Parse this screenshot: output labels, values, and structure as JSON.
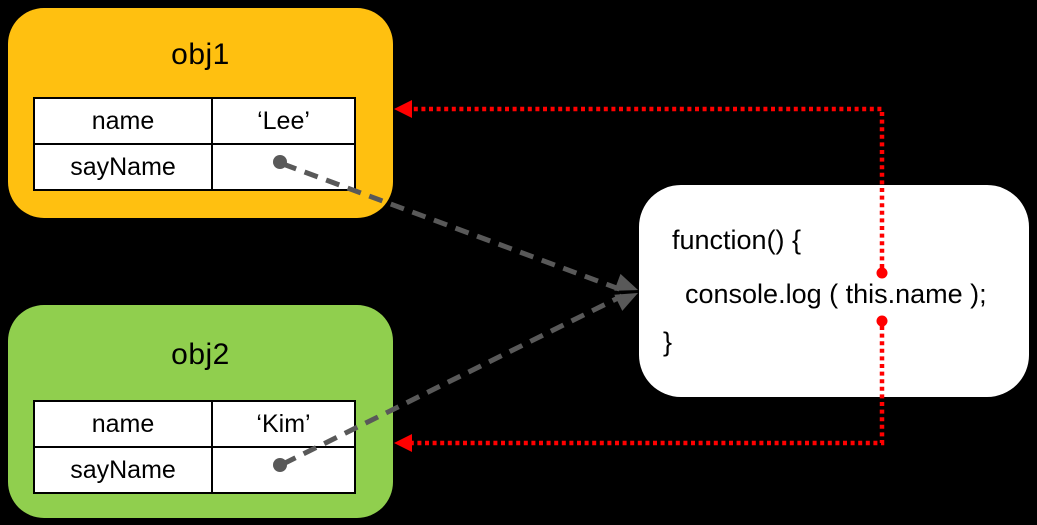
{
  "colors": {
    "canvas_bg": "#000000",
    "obj1_fill": "#FFC010",
    "obj2_fill": "#90CF4E",
    "function_fill": "#FFFFFF",
    "arrow_red": "#FF0000",
    "arrow_gray": "#595959",
    "table_bg": "#FFFFFF",
    "table_border": "#000000",
    "text_color": "#000000"
  },
  "obj1": {
    "title": "obj1",
    "rows": [
      {
        "key": "name",
        "value": "‘Lee’"
      },
      {
        "key": "sayName",
        "value": ""
      }
    ]
  },
  "obj2": {
    "title": "obj2",
    "rows": [
      {
        "key": "name",
        "value": "‘Kim’"
      },
      {
        "key": "sayName",
        "value": ""
      }
    ]
  },
  "function_box": {
    "lines": [
      "function() {",
      "console.log ( this.name );",
      "}"
    ]
  }
}
